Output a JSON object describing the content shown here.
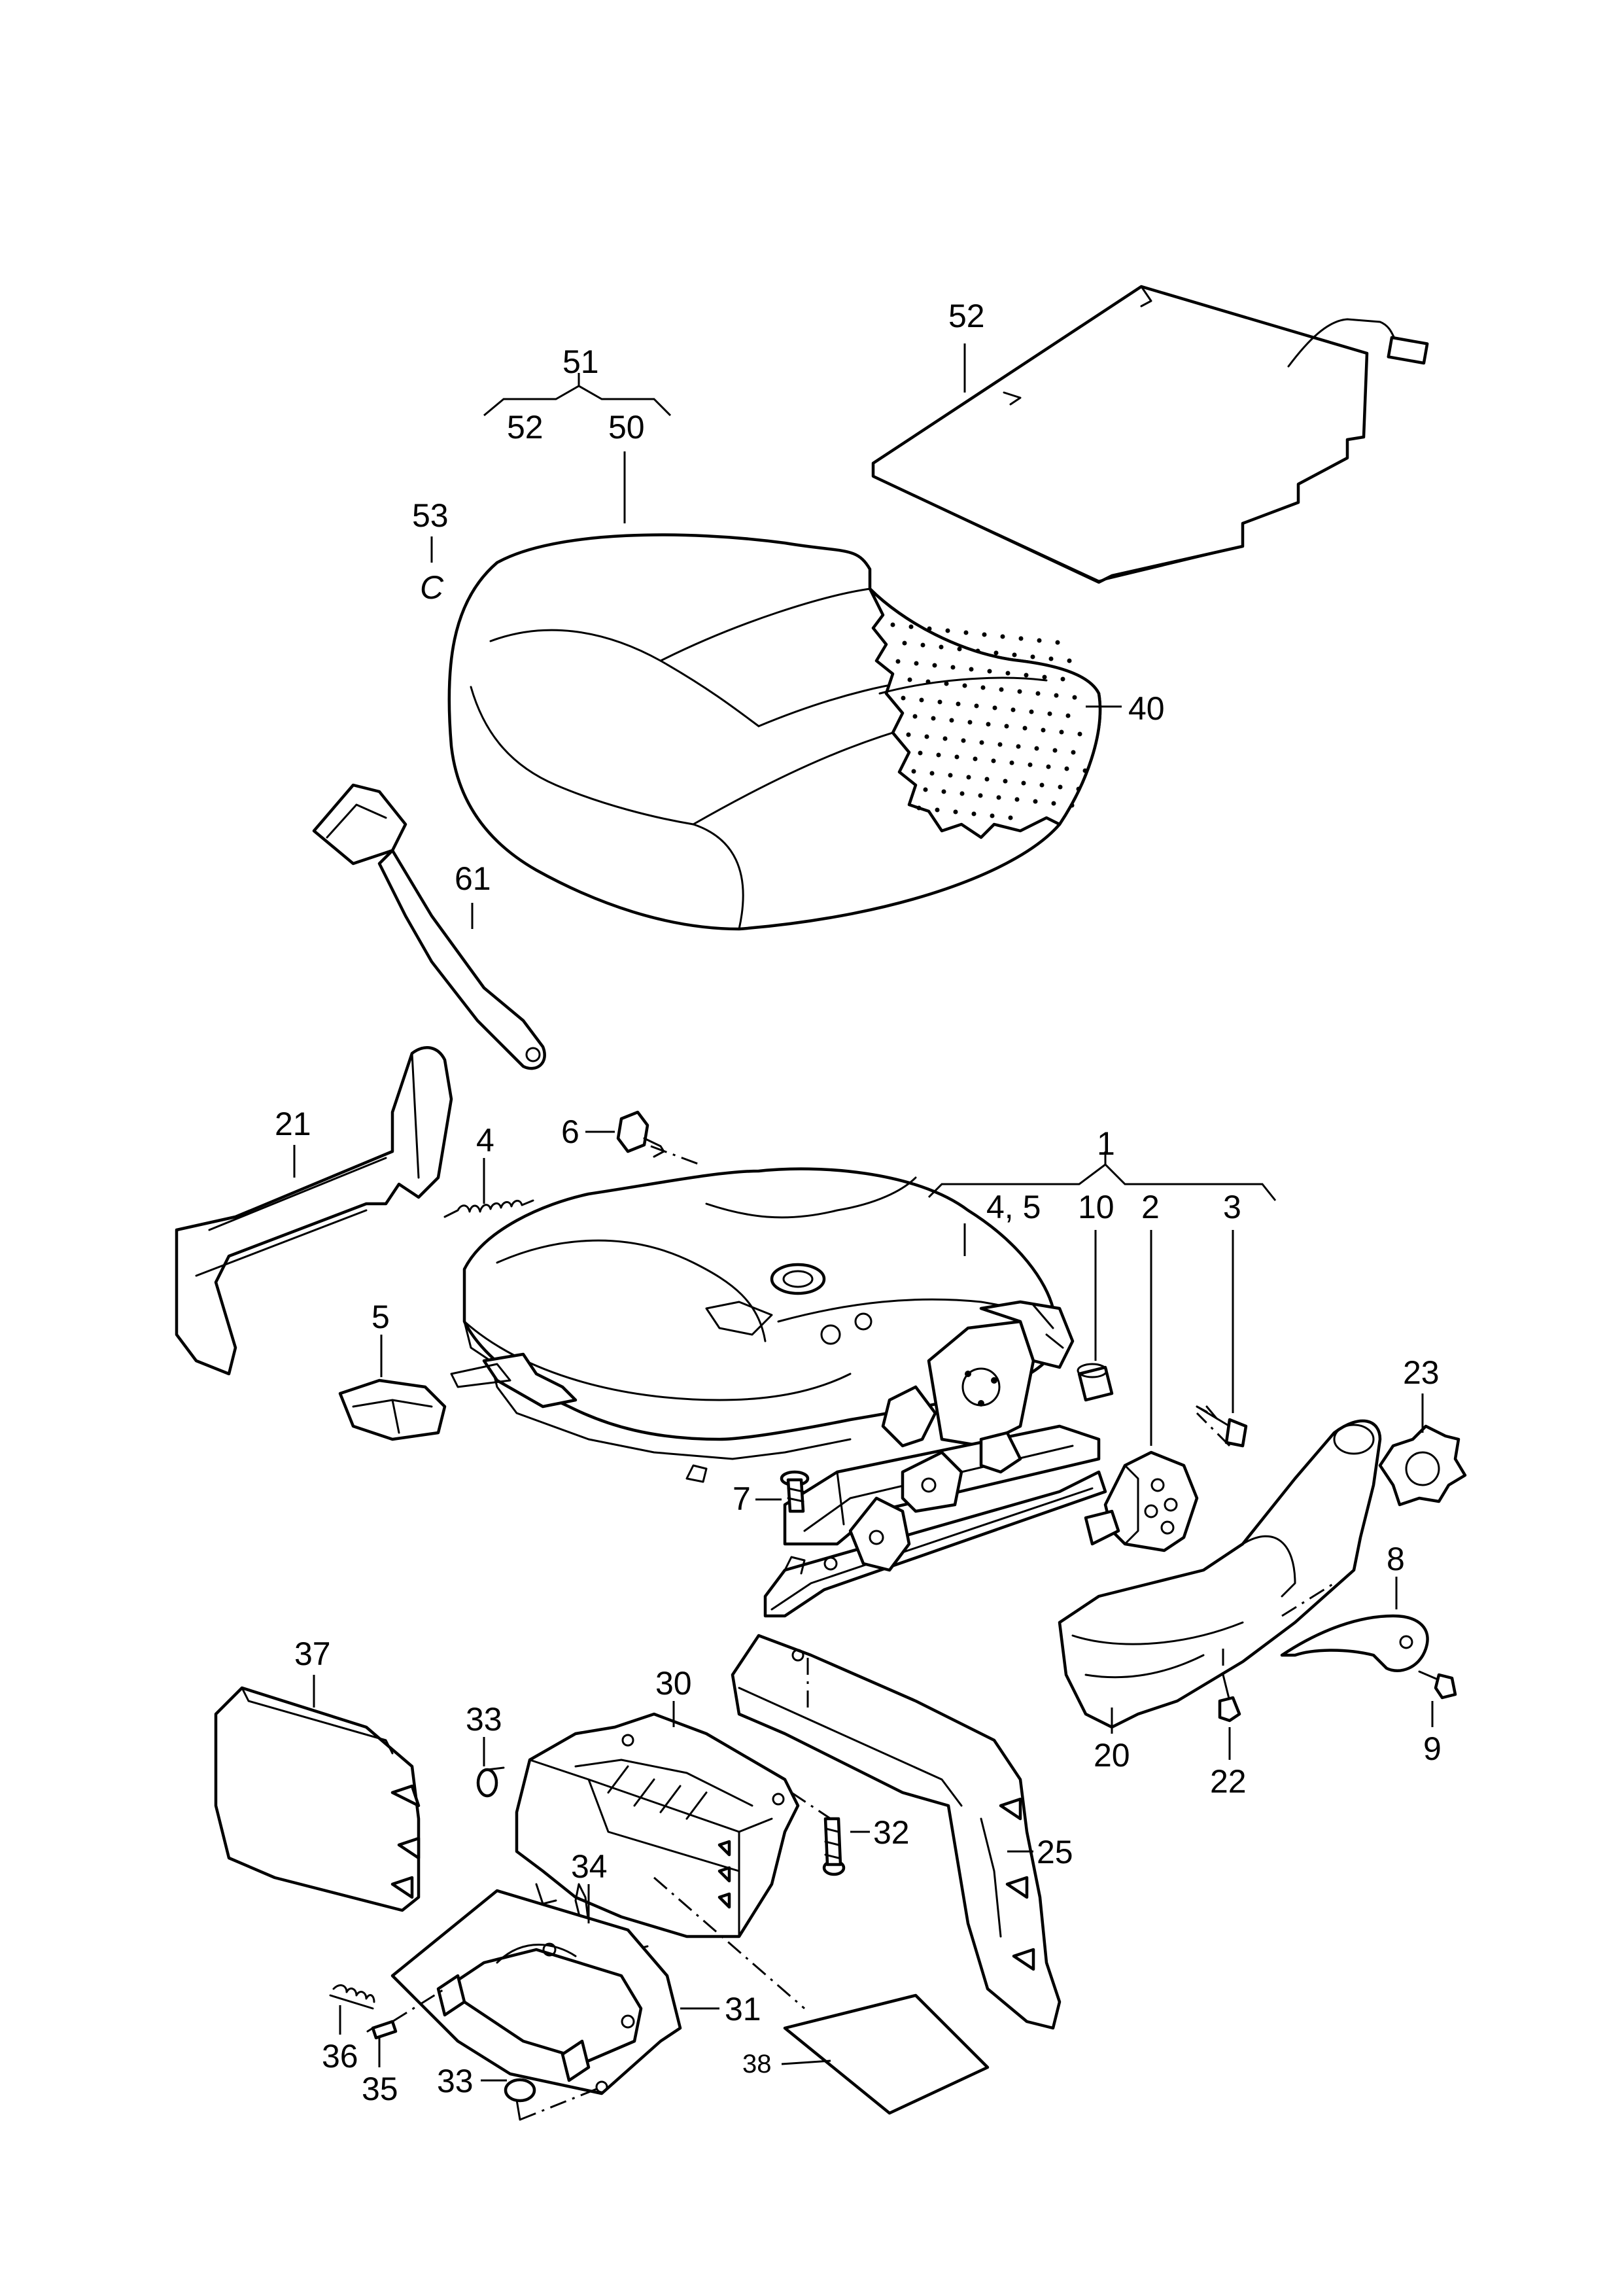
{
  "diagram": {
    "callouts": {
      "c52_top": "52",
      "c51": "51",
      "c52_sub": "52",
      "c50": "50",
      "c53": "53",
      "c53_sub": "C",
      "c40": "40",
      "c61": "61",
      "c21": "21",
      "c6": "6",
      "c4": "4",
      "c1": "1",
      "c45": "4, 5",
      "c10": "10",
      "c2": "2",
      "c3": "3",
      "c5": "5",
      "c23": "23",
      "c7": "7",
      "c8": "8",
      "c37": "37",
      "c30": "30",
      "c33_top": "33",
      "c32": "32",
      "c25": "25",
      "c34": "34",
      "c20": "20",
      "c22": "22",
      "c9": "9",
      "c31": "31",
      "c36": "36",
      "c35": "35",
      "c33_bot": "33",
      "c38": "38"
    }
  }
}
